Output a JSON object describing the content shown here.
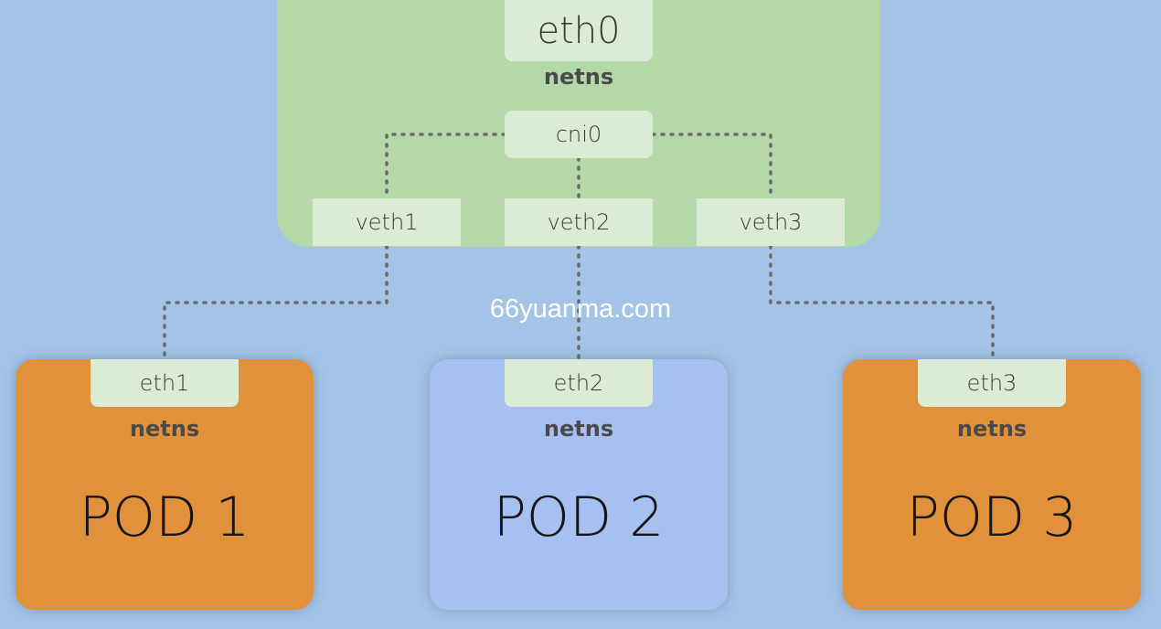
{
  "host": {
    "eth0": "eth0",
    "netns": "netns",
    "bridge": "cni0",
    "veths": [
      "veth1",
      "veth2",
      "veth3"
    ]
  },
  "pods": [
    {
      "iface": "eth1",
      "netns": "netns",
      "label": "POD 1"
    },
    {
      "iface": "eth2",
      "netns": "netns",
      "label": "POD 2"
    },
    {
      "iface": "eth3",
      "netns": "netns",
      "label": "POD 3"
    }
  ],
  "watermark": "66yuanma.com",
  "colors": {
    "background": "#a3c4e6",
    "host_netns": "#b4d8a8",
    "interface": "#dbebd4",
    "pod_orange": "#e0913a",
    "pod_blue": "#a7c0f2"
  }
}
